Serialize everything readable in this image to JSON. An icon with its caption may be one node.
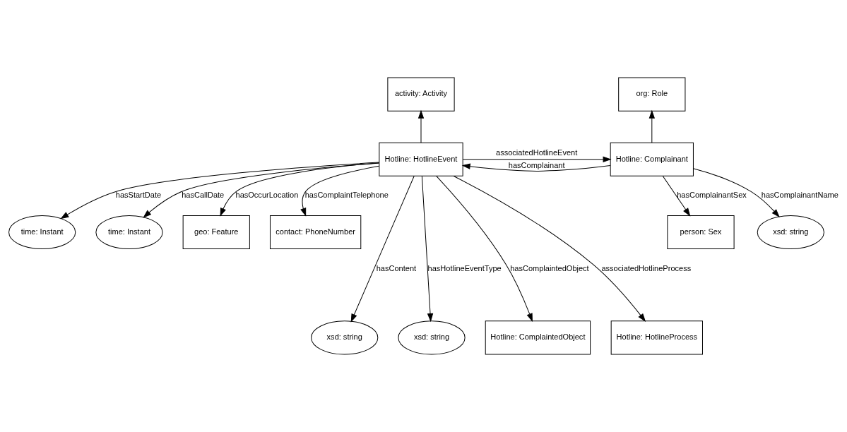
{
  "diagram": {
    "nodes": [
      {
        "text": [
          "activity: Activity"
        ]
      },
      {
        "text": [
          "org: Role"
        ]
      },
      {
        "text": [
          "Hotline: HotlineEvent"
        ]
      },
      {
        "text": [
          "Hotline: Complainant"
        ]
      },
      {
        "text": [
          "time: Instant"
        ]
      },
      {
        "text": [
          "time: Instant"
        ]
      },
      {
        "text": [
          "geo: Feature"
        ]
      },
      {
        "text": [
          "contact: PhoneNumber"
        ]
      },
      {
        "text": [
          "person: Sex"
        ]
      },
      {
        "text": [
          "xsd: string"
        ]
      },
      {
        "text": [
          "xsd: string"
        ]
      },
      {
        "text": [
          "xsd: string"
        ]
      },
      {
        "text": [
          "Hotline: ComplaintedObject"
        ]
      },
      {
        "text": [
          "Hotline: HotlineProcess"
        ]
      }
    ],
    "edges": [
      {
        "from": 2,
        "to": 0,
        "arrow": "to"
      },
      {
        "from": 3,
        "to": 1,
        "arrow": "to"
      },
      {
        "from": 2,
        "to": 3,
        "arrow": "to",
        "label": "associatedHotlineEvent"
      },
      {
        "from": 3,
        "to": 2,
        "arrow": "to",
        "label": "hasComplainant"
      },
      {
        "from": 2,
        "to": 4,
        "arrow": "to",
        "label": "hasStartDate"
      },
      {
        "from": 2,
        "to": 5,
        "arrow": "to",
        "label": "hasCallDate"
      },
      {
        "from": 2,
        "to": 6,
        "arrow": "to",
        "label": "hasOccurLocation"
      },
      {
        "from": 2,
        "to": 7,
        "arrow": "to",
        "label": "hasComplaintTelephone"
      },
      {
        "from": 3,
        "to": 8,
        "arrow": "to",
        "label": "hasComplainantSex"
      },
      {
        "from": 3,
        "to": 9,
        "arrow": "to",
        "label": "hasComplainantName"
      },
      {
        "from": 2,
        "to": 10,
        "arrow": "to",
        "label": "hasContent"
      },
      {
        "from": 2,
        "to": 11,
        "arrow": "to",
        "label": "hasHotlineEventType"
      },
      {
        "from": 2,
        "to": 12,
        "arrow": "to",
        "label": "hasComplaintedObject"
      },
      {
        "from": 2,
        "to": 13,
        "arrow": "to",
        "label": "associatedHotlineProcess"
      }
    ]
  }
}
